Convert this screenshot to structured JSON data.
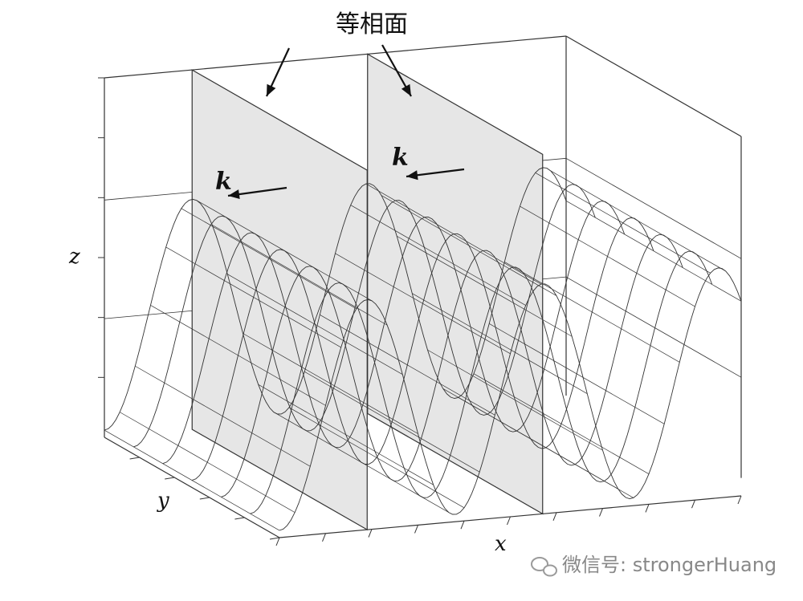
{
  "figure": {
    "phase_plane_label": "等相面",
    "wave_vector_label": "k",
    "axis_labels": {
      "x": "x",
      "y": "y",
      "z": "z"
    },
    "watermark": "微信号: strongerHuang"
  },
  "colors": {
    "line": "#333333",
    "plane_fill": "#e6e6e6",
    "mesh": "#333333",
    "background": "#ffffff"
  },
  "icons": {
    "watermark": "wechat-icon"
  }
}
